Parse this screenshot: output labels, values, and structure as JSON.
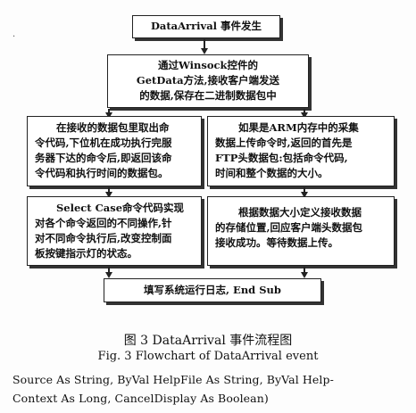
{
  "flowchart": {
    "box_start": "DataArrival 事件发生",
    "box_getdata": [
      "通过Winsock控件的",
      "GetData方法,接收客户端发送",
      "的数据,保存在二进制数据包中"
    ],
    "box_left1": [
      "在接收的数据包里取出命",
      "令代码,下位机在成功执行完服",
      "务器下达的命令后,即返回该命",
      "令代码和执行时间的数据包。"
    ],
    "box_right1": [
      "如果是ARM内存中的采集",
      "数据上传命令时,返回的首先是",
      "FTP头数据包:包括命令代码,",
      "时间和整个数据的大小。"
    ],
    "box_left2": [
      "Select Case命令代码实现",
      "对各个命令返回的不同操作,针",
      "对不同命令执行后,改变控制面",
      "板按键指示灯的状态。"
    ],
    "box_right2": [
      "根据数据大小定义接收数据",
      "的存储位置,回应客户端头数据包",
      "接收成功。等待数据上传。"
    ],
    "box_end": "填写系统运行日志, End Sub"
  },
  "caption_cn": "图 3   DataArrival 事件流程图",
  "caption_en": "Fig. 3   Flowchart of DataArrival event",
  "body_text": [
    "Source As String, ByVal HelpFile As String, ByVal Help-",
    "Context As Long, CancelDisplay As Boolean)"
  ],
  "stray_mark": "·"
}
